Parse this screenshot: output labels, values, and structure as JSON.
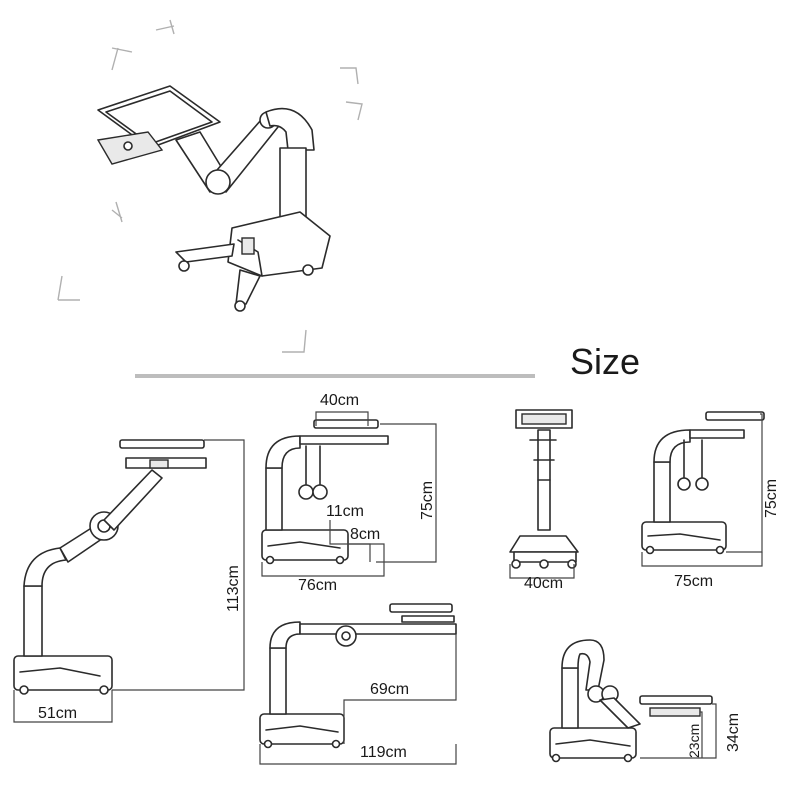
{
  "title": "Size",
  "views": {
    "tall": {
      "height": "113cm",
      "base": "51cm"
    },
    "mid_top": {
      "top_width": "40cm",
      "height": "75cm",
      "arm_gap": "11cm",
      "tray_gap": "8cm",
      "base": "76cm"
    },
    "front": {
      "base": "40cm"
    },
    "side_right": {
      "height": "75cm",
      "base": "75cm"
    },
    "extended": {
      "reach": "69cm",
      "base": "119cm"
    },
    "low": {
      "tray_height": "23cm",
      "top_height": "34cm"
    }
  },
  "colors": {
    "line": "#2b2b2b",
    "divider": "#bdbdbd",
    "corner_marks": "#b0b0b0"
  }
}
